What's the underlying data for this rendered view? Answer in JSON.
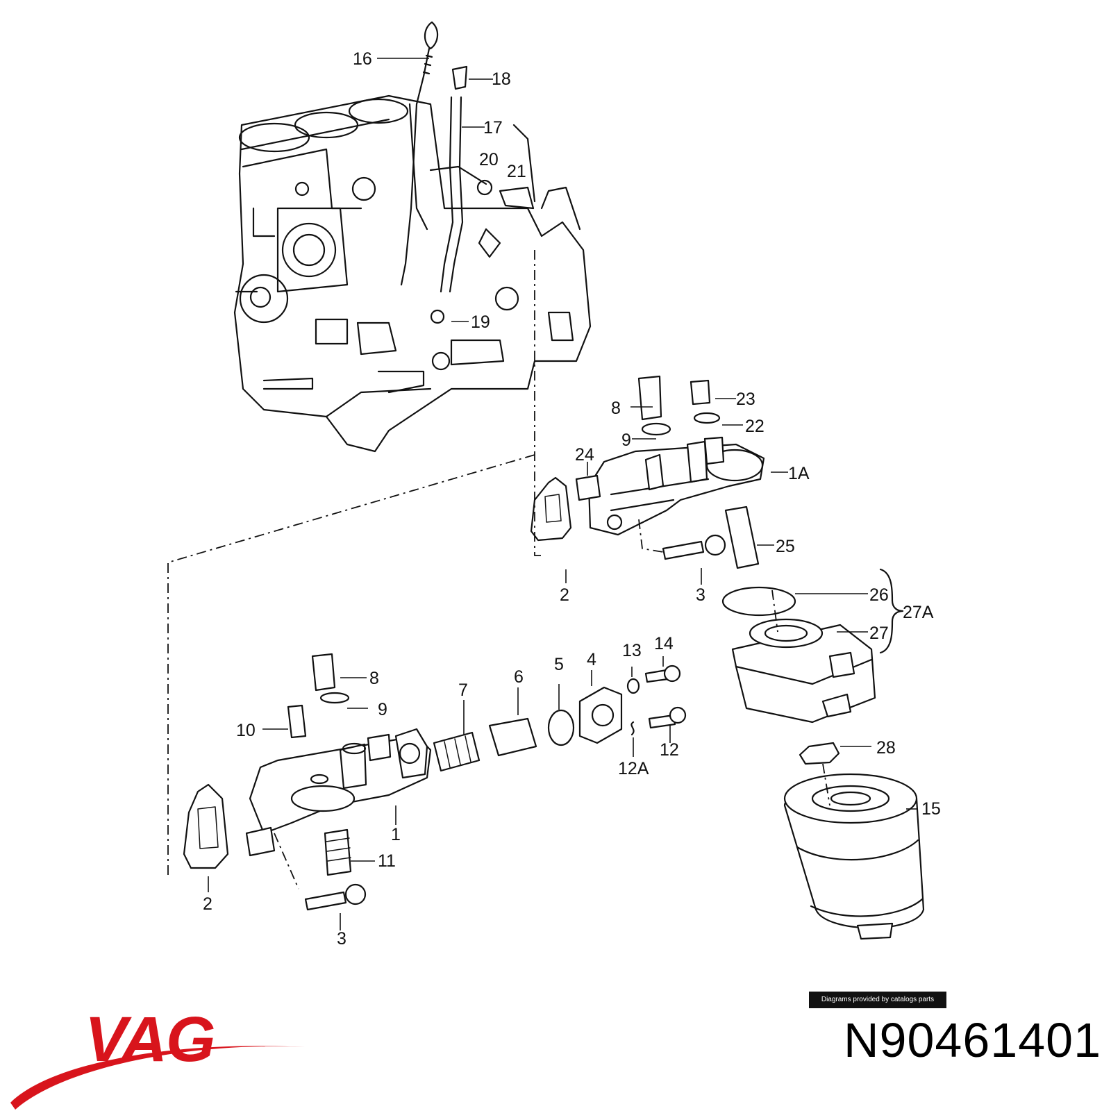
{
  "diagram": {
    "callouts": [
      {
        "id": "c16",
        "label": "16"
      },
      {
        "id": "c18",
        "label": "18"
      },
      {
        "id": "c17",
        "label": "17"
      },
      {
        "id": "c20",
        "label": "20"
      },
      {
        "id": "c21",
        "label": "21"
      },
      {
        "id": "c19",
        "label": "19"
      },
      {
        "id": "c8a",
        "label": "8"
      },
      {
        "id": "c23",
        "label": "23"
      },
      {
        "id": "c22",
        "label": "22"
      },
      {
        "id": "c9a",
        "label": "9"
      },
      {
        "id": "c24",
        "label": "24"
      },
      {
        "id": "c1A",
        "label": "1A"
      },
      {
        "id": "c25",
        "label": "25"
      },
      {
        "id": "c2a",
        "label": "2"
      },
      {
        "id": "c3a",
        "label": "3"
      },
      {
        "id": "c26",
        "label": "26"
      },
      {
        "id": "c27A",
        "label": "27A"
      },
      {
        "id": "c27",
        "label": "27"
      },
      {
        "id": "c13",
        "label": "13"
      },
      {
        "id": "c14",
        "label": "14"
      },
      {
        "id": "c5",
        "label": "5"
      },
      {
        "id": "c4",
        "label": "4"
      },
      {
        "id": "c6",
        "label": "6"
      },
      {
        "id": "c7",
        "label": "7"
      },
      {
        "id": "c8b",
        "label": "8"
      },
      {
        "id": "c9b",
        "label": "9"
      },
      {
        "id": "c10",
        "label": "10"
      },
      {
        "id": "c12",
        "label": "12"
      },
      {
        "id": "c12A",
        "label": "12A"
      },
      {
        "id": "c28",
        "label": "28"
      },
      {
        "id": "c1",
        "label": "1"
      },
      {
        "id": "c15",
        "label": "15"
      },
      {
        "id": "c11",
        "label": "11"
      },
      {
        "id": "c2b",
        "label": "2"
      },
      {
        "id": "c3b",
        "label": "3"
      }
    ]
  },
  "footer": {
    "credit": "Diagrams provided by catalogs parts",
    "part_number": "N90461401",
    "brand": "VAG",
    "brand_color": "#d8141c"
  }
}
